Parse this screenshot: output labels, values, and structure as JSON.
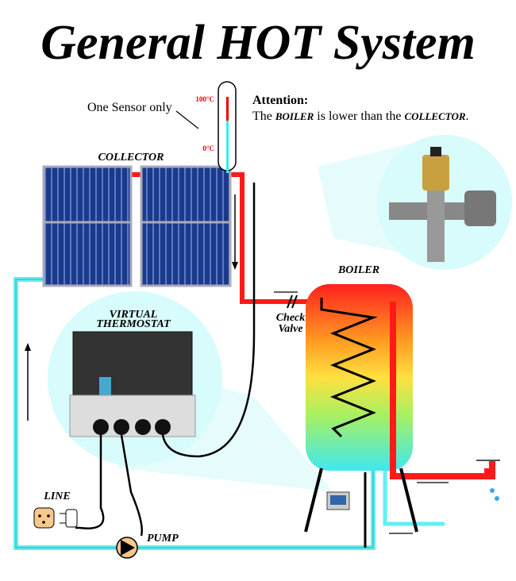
{
  "title": "General HOT System",
  "sensor_note": "One Sensor only",
  "thermometer": {
    "max_label": "100°C",
    "min_label": "0°C"
  },
  "attention": {
    "heading": "Attention:",
    "text_prefix": "The ",
    "boiler_word": "BOILER",
    "text_middle": " is lower than the ",
    "collector_word": "COLLECTOR",
    "text_suffix": "."
  },
  "labels": {
    "collector": "COLLECTOR",
    "boiler": "BOILER",
    "check_valve_1": "Check",
    "check_valve_2": "Valve",
    "thermostat_1": "VIRTUAL",
    "thermostat_2": "THERMOSTAT",
    "line": "LINE",
    "pump": "PUMP"
  },
  "colors": {
    "hot": "#ff1a1a",
    "cold": "#5ff0f0",
    "panel": "#1c3a8a",
    "highlight": "#d8fbfb"
  }
}
